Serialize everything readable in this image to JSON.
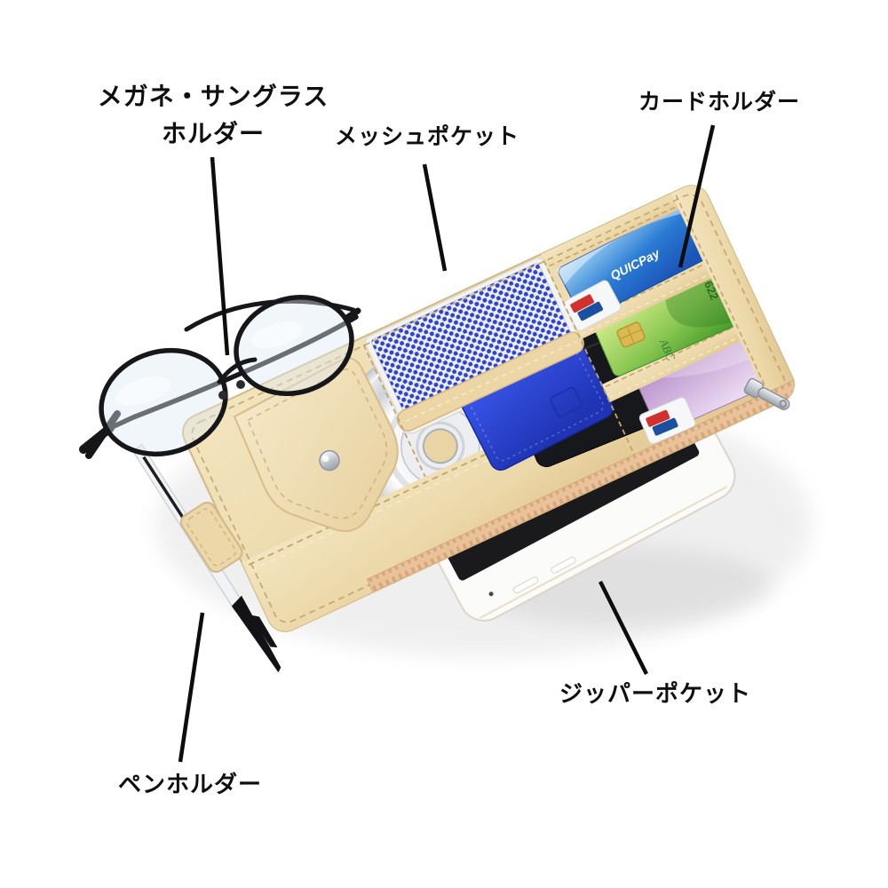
{
  "image_type": "annotated-product-photo",
  "product": "car-sun-visor-organizer",
  "labels": {
    "glasses": {
      "line1": "メガネ・サングラス",
      "line2": "ホルダー"
    },
    "mesh": {
      "text": "メッシュポケット"
    },
    "card": {
      "text": "カードホルダー"
    },
    "zipper": {
      "text": "ジッパーポケット"
    },
    "pen": {
      "text": "ペンホルダー"
    }
  },
  "card_markings": {
    "blue_card_brand": "QUICPay",
    "green_card_number": "622",
    "green_card_letters": "ABC"
  },
  "scene_objects": [
    "visor-organizer",
    "eyeglasses",
    "cd-disc",
    "mesh-pocket",
    "credit-cards",
    "smartphone",
    "ballpoint-pen",
    "zipper-pull"
  ],
  "colors": {
    "background": "#ffffff",
    "organizer_beige": "#eed9ab",
    "mesh_blue": "#2e44cf",
    "case_blue": "#2c47d8",
    "case_black": "#17181c",
    "card_blue": "#2a7bd4",
    "card_green": "#5cb03c",
    "card_purple": "#c7a0d6",
    "zipper_tan": "#e9c29a",
    "metal_silver": "#c7ccd3",
    "phone_white": "#f8f8f6",
    "screen_black": "#1a1a1d",
    "label_text": "#111111",
    "leader_line": "#0d0d0d"
  }
}
